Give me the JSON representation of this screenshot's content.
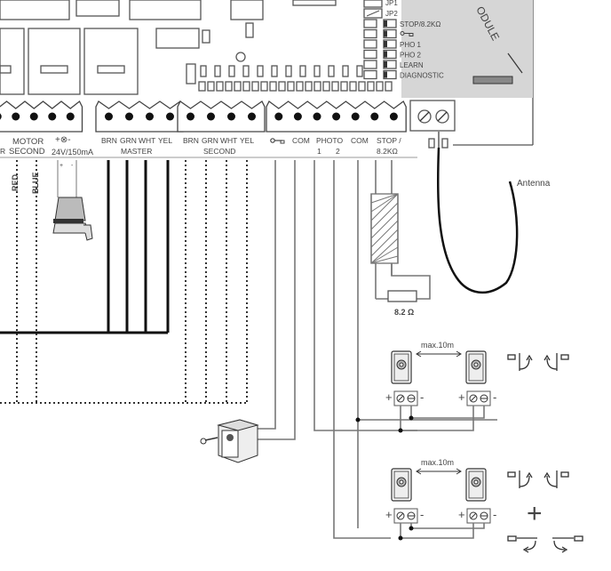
{
  "board": {
    "jumpers": [
      "JP1",
      "JP2"
    ],
    "dip_labels": [
      "STOP/8.2KΩ",
      "",
      "PHO 1",
      "PHO 2",
      "LEARN",
      "DIAGNOSTIC"
    ],
    "dip_key_icon": "key-icon",
    "module_label": "ODULE"
  },
  "terminals": {
    "motor_group": {
      "label_top": "MOTOR",
      "label_bottom": "SECOND",
      "partial_left_top": "",
      "partial_left_bottom": "R"
    },
    "lamp": {
      "symbol": "+⊗-",
      "label": "24V/150mA"
    },
    "master": {
      "wires": [
        "BRN",
        "GRN",
        "WHT",
        "YEL"
      ],
      "label": "MASTER"
    },
    "second": {
      "wires": [
        "BRN",
        "GRN",
        "WHT",
        "YEL"
      ],
      "label": "SECOND"
    },
    "inputs": {
      "labels": [
        "COM",
        "PHOTO",
        "COM",
        "STOP /"
      ],
      "sub_labels": [
        "1",
        "2",
        "8.2KΩ"
      ]
    }
  },
  "wire_colors": [
    "RED",
    "BLUE"
  ],
  "lamp_polarity": [
    "+",
    "-"
  ],
  "antenna_label": "Antenna",
  "resistor_label": "8.2 Ω",
  "photocells": [
    {
      "distance": "max.10m",
      "plus": "+",
      "minus": "-"
    },
    {
      "distance": "max.10m",
      "plus": "+",
      "minus": "-"
    }
  ],
  "plus_symbol": "+"
}
